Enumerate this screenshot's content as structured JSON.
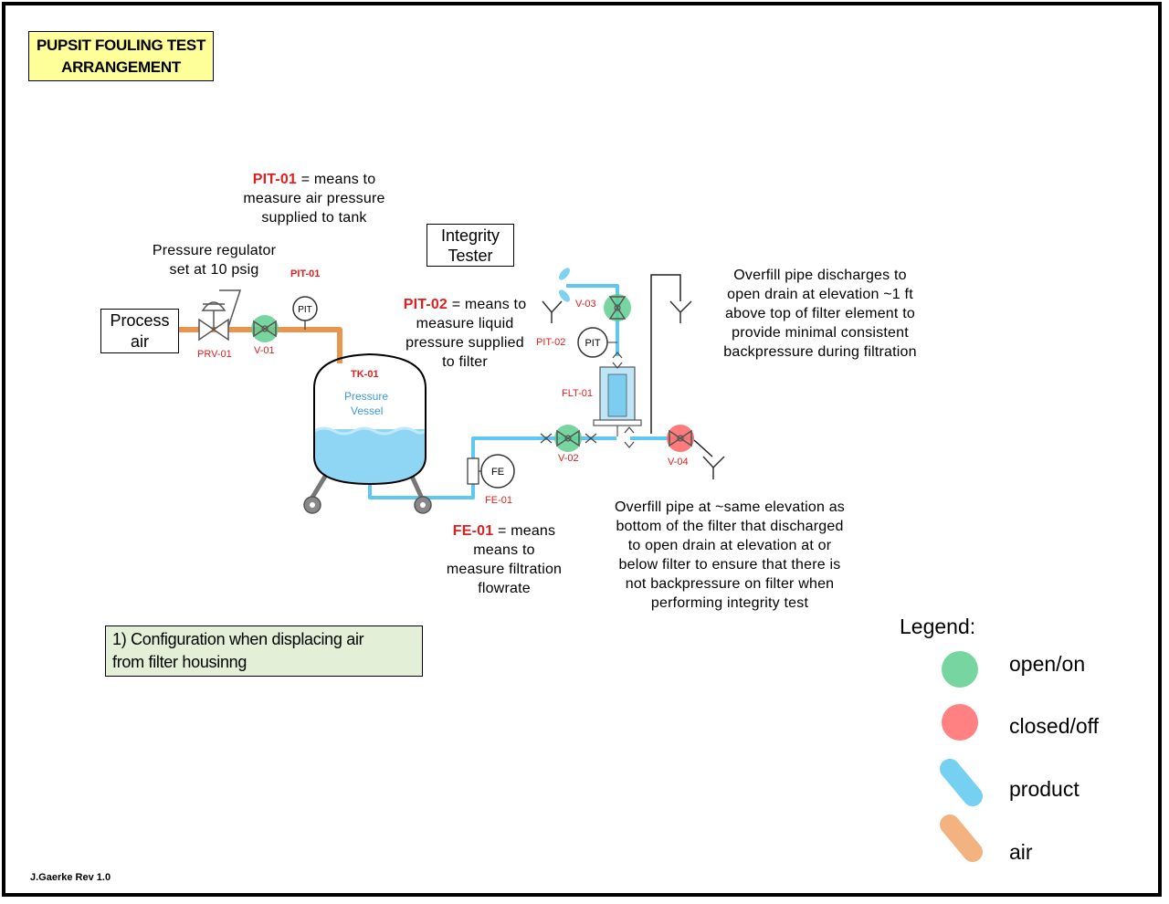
{
  "title": "PUPSIT FOULING TEST ARRANGEMENT",
  "title_lines": [
    "PUPSIT FOULING TEST",
    "ARRANGEMENT"
  ],
  "process_air_lines": [
    "Process",
    "air"
  ],
  "integrity_tester_lines": [
    "Integrity",
    "Tester"
  ],
  "configuration_lines": [
    "1) Configuration when displacing air",
    "from filter housinng"
  ],
  "footer": "J.Gaerke Rev 1.0",
  "notes": {
    "pit01": {
      "tag": "PIT-01",
      "line1": " = means to",
      "line2": "measure air pressure",
      "line3": "supplied to tank"
    },
    "regulator": {
      "line1": "Pressure regulator",
      "line2": "set at 10 psig"
    },
    "pit02": {
      "tag": "PIT-02",
      "line1": " = means to",
      "line2": "measure liquid",
      "line3": "pressure supplied",
      "line4": "to filter"
    },
    "fe01": {
      "tag": "FE-01",
      "line1": " = means",
      "line2": "means to",
      "line3": "measure filtration",
      "line4": "flowrate"
    },
    "overfill_top": [
      "Overfill pipe discharges to",
      "open drain at elevation ~1 ft",
      "above top of filter element to",
      "provide minimal consistent",
      "backpressure during filtration"
    ],
    "overfill_bottom": [
      "Overfill pipe at ~same elevation as",
      "bottom of the filter that discharged",
      "to open drain at elevation at or",
      "below filter to ensure that there is",
      "not backpressure on filter when",
      "performing integrity test"
    ]
  },
  "tags": {
    "pit01": "PIT-01",
    "pit01_symbol": "PIT",
    "prv01": "PRV-01",
    "v01": "V-01",
    "tk01": "TK-01",
    "tank_label_1": "Pressure",
    "tank_label_2": "Vessel",
    "v03": "V-03",
    "pit02": "PIT-02",
    "pit02_symbol": "PIT",
    "flt01": "FLT-01",
    "v02": "V-02",
    "v04": "V-04",
    "fe_symbol": "FE",
    "fe01": "FE-01"
  },
  "valve_states": {
    "V-01": "open",
    "V-02": "open",
    "V-03": "open",
    "V-04": "closed"
  },
  "legend": {
    "title": "Legend:",
    "items": [
      {
        "label": "open/on",
        "color": "#5fcf8f",
        "shape": "circle"
      },
      {
        "label": "closed/off",
        "color": "#ff6b6b",
        "shape": "circle"
      },
      {
        "label": "product",
        "color": "#5ec8f0",
        "shape": "pill"
      },
      {
        "label": "air",
        "color": "#f2a66a",
        "shape": "pill"
      }
    ]
  },
  "colors": {
    "air_line": "#e8954f",
    "product_line": "#5ec8f0",
    "open": "#5fcf8f",
    "closed": "#ff6b6b",
    "tag_red": "#e02020"
  }
}
